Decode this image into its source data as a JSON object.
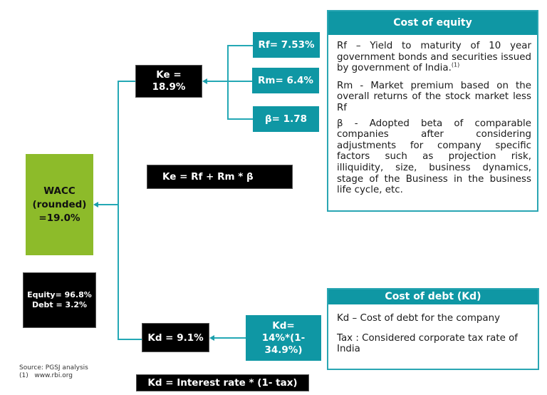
{
  "diagram": {
    "wacc": {
      "line1": "WACC",
      "line2": "(rounded)",
      "line3": "=19.0%"
    },
    "capital_structure": {
      "equity": "Equity= 96.8%",
      "debt": "Debt = 3.2%"
    },
    "cost_of_equity_result": {
      "line1": "Ke =",
      "line2": "18.9%"
    },
    "equity_inputs": [
      {
        "label": "Rf= 7.53%"
      },
      {
        "label": "Rm= 6.4%"
      },
      {
        "label": "β= 1.78"
      }
    ],
    "ke_formula": "Ke = Rf + Rm * β",
    "cost_of_debt_result": "Kd = 9.1%",
    "debt_input": {
      "line1": "Kd=",
      "line2": "14%*(1-",
      "line3": "34.9%)"
    },
    "kd_formula": "Kd = Interest rate * (1- tax)"
  },
  "cost_of_equity_panel": {
    "title": "Cost of equity",
    "rf_text": "Rf – Yield to maturity of 10 year government bonds and securities issued by government of India.",
    "rf_footnote": "(1)",
    "rm_text": "Rm - Market premium based on the overall returns of the stock market less Rf",
    "beta_text": "β - Adopted beta of comparable companies after considering adjustments for company specific factors such as projection risk, illiquidity, size, business dynamics, stage of the Business in the business life cycle, etc."
  },
  "cost_of_debt_panel": {
    "title": "Cost of debt (Kd)",
    "kd_text": "Kd – Cost of debt for the company",
    "tax_text": "Tax : Considered corporate tax rate of India"
  },
  "footer": {
    "source": "Source: PGSJ analysis",
    "note": "(1)   www.rbi.org"
  },
  "colors": {
    "teal": "#0f97a4",
    "green": "#8dbb2a",
    "black": "#000000",
    "line": "#24a8b5"
  }
}
